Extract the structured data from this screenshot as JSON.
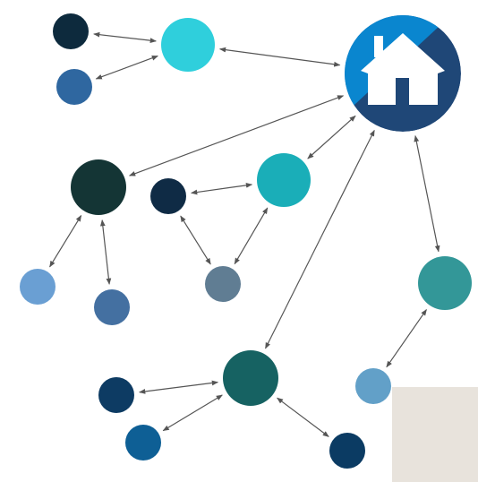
{
  "diagram": {
    "hub": {
      "icon": "house-icon",
      "colors": [
        "#0a86cf",
        "#1f4777",
        "#ffffff"
      ]
    },
    "nodes": [
      {
        "id": "n1",
        "color": "#0d2a3d"
      },
      {
        "id": "n2",
        "color": "#2f67a0"
      },
      {
        "id": "n3",
        "color": "#2fcfdc"
      },
      {
        "id": "n4",
        "color": "#143535"
      },
      {
        "id": "n5",
        "color": "#0f2b45"
      },
      {
        "id": "n6",
        "color": "#1aaeb8"
      },
      {
        "id": "n7",
        "color": "#6a9fd3"
      },
      {
        "id": "n8",
        "color": "#4470a1"
      },
      {
        "id": "n9",
        "color": "#607d93"
      },
      {
        "id": "n10",
        "color": "#339798"
      },
      {
        "id": "n11",
        "color": "#166262"
      },
      {
        "id": "n12",
        "color": "#0d3b63"
      },
      {
        "id": "n13",
        "color": "#62a0c8"
      },
      {
        "id": "n14",
        "color": "#0e5f95"
      },
      {
        "id": "n15",
        "color": "#0b3b63"
      }
    ],
    "edges": [
      [
        "n1",
        "n3"
      ],
      [
        "n2",
        "n3"
      ],
      [
        "n3",
        "hub"
      ],
      [
        "hub",
        "n4"
      ],
      [
        "hub",
        "n6"
      ],
      [
        "hub",
        "n10"
      ],
      [
        "hub",
        "n11"
      ],
      [
        "n5",
        "n6"
      ],
      [
        "n5",
        "n9"
      ],
      [
        "n6",
        "n9"
      ],
      [
        "n4",
        "n7"
      ],
      [
        "n4",
        "n8"
      ],
      [
        "n10",
        "n13"
      ],
      [
        "n11",
        "n12"
      ],
      [
        "n11",
        "n14"
      ],
      [
        "n11",
        "n15"
      ]
    ],
    "edge_color": "#555555",
    "corner_patch_color": "#e8e3dc"
  }
}
